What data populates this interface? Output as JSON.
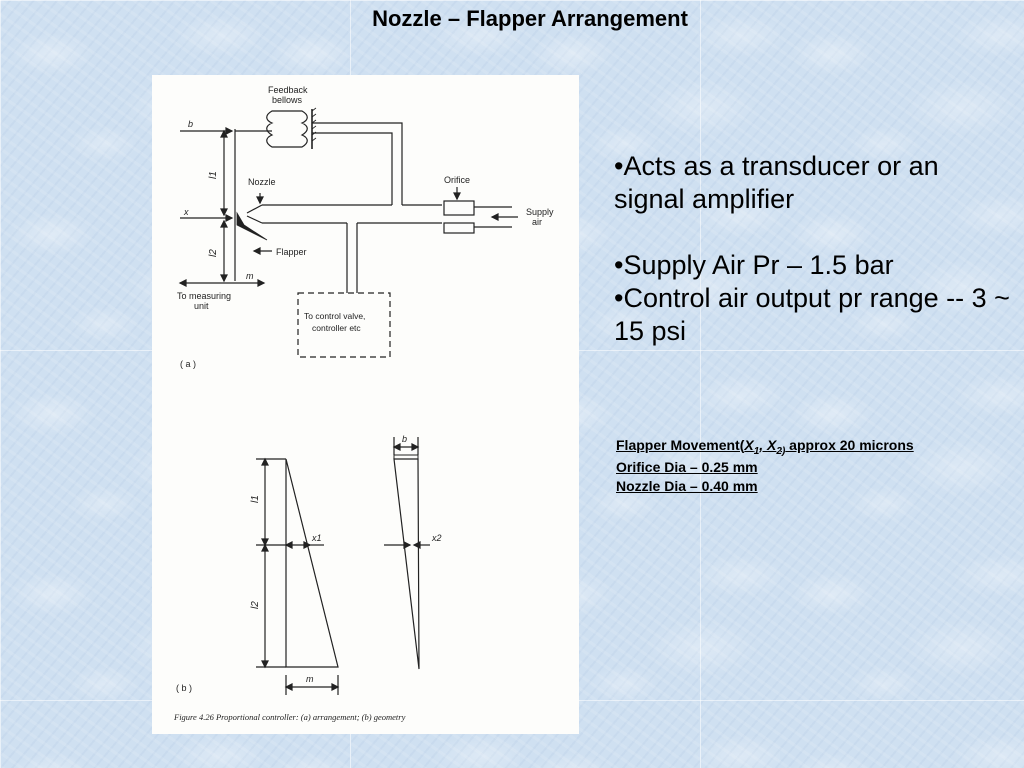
{
  "slide": {
    "title": "Nozzle – Flapper Arrangement"
  },
  "figure": {
    "labels": {
      "feedback_bellows_1": "Feedback",
      "feedback_bellows_2": "bellows",
      "b": "b",
      "l1": "l1",
      "nozzle": "Nozzle",
      "orifice": "Orifice",
      "x": "x",
      "supply_air_1": "Supply",
      "supply_air_2": "air",
      "l2": "l2",
      "flapper": "Flapper",
      "m": "m",
      "to_measuring_1": "To measuring",
      "to_measuring_2": "unit",
      "control_valve_1": "To control valve,",
      "control_valve_2": "controller etc",
      "part_a": "( a )",
      "part_b": "( b )",
      "geom_b": "b",
      "geom_l1": "l1",
      "geom_x1": "x1",
      "geom_x2": "x2",
      "geom_l2": "l2",
      "geom_m": "m"
    },
    "caption": "Figure 4.26 Proportional controller: (a) arrangement; (b) geometry"
  },
  "bullets": [
    "•Acts as a transducer or an signal amplifier",
    "•Supply Air Pr – 1.5 bar",
    "•Control air output pr range  --  3 ~ 15 psi"
  ],
  "notes": {
    "flapper_prefix": "Flapper Movement(",
    "x1": "X",
    "x1_sub": "1",
    "sep": ", ",
    "x2": "X",
    "x2_sub": "2)",
    "flapper_suffix": "  approx 20 microns",
    "orifice": "Orifice Dia – 0.25 mm",
    "nozzle": "Nozzle Dia – 0.40 mm"
  }
}
